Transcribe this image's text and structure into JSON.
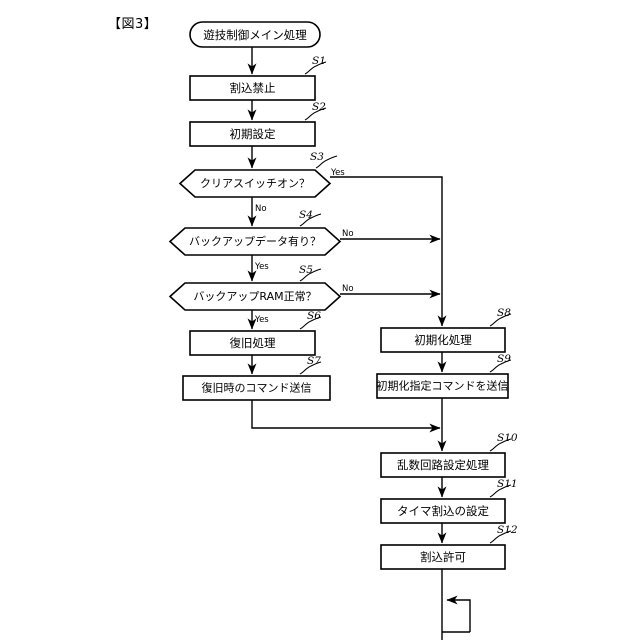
{
  "figure": {
    "label": "【図3】"
  },
  "flowchart": {
    "start": {
      "text": "遊技制御メイン処理"
    },
    "nodes": [
      {
        "id": "S1",
        "step": "S1",
        "text": "割込禁止",
        "shape": "process"
      },
      {
        "id": "S2",
        "step": "S2",
        "text": "初期設定",
        "shape": "process"
      },
      {
        "id": "S3",
        "step": "S3",
        "text": "クリアスイッチオン？",
        "shape": "decision"
      },
      {
        "id": "S4",
        "step": "S4",
        "text": "バックアップデータ有り？",
        "shape": "decision"
      },
      {
        "id": "S5",
        "step": "S5",
        "text": "バックアップRAM正常？",
        "shape": "decision"
      },
      {
        "id": "S6",
        "step": "S6",
        "text": "復旧処理",
        "shape": "process"
      },
      {
        "id": "S7",
        "step": "S7",
        "text": "復旧時のコマンド送信",
        "shape": "process"
      },
      {
        "id": "S8",
        "step": "S8",
        "text": "初期化処理",
        "shape": "process"
      },
      {
        "id": "S9",
        "step": "S9",
        "text": "初期化指定コマンドを送信",
        "shape": "process"
      },
      {
        "id": "S10",
        "step": "S10",
        "text": "乱数回路設定処理",
        "shape": "process"
      },
      {
        "id": "S11",
        "step": "S11",
        "text": "タイマ割込の設定",
        "shape": "process"
      },
      {
        "id": "S12",
        "step": "S12",
        "text": "割込許可",
        "shape": "process"
      }
    ],
    "edge_labels": {
      "s3_yes": "Yes",
      "s3_no": "No",
      "s4_no": "No",
      "s4_yes": "Yes",
      "s5_no": "No",
      "s5_yes": "Yes"
    },
    "colors": {
      "stroke": "#000000",
      "fill": "#ffffff",
      "background": "#ffffff"
    }
  }
}
